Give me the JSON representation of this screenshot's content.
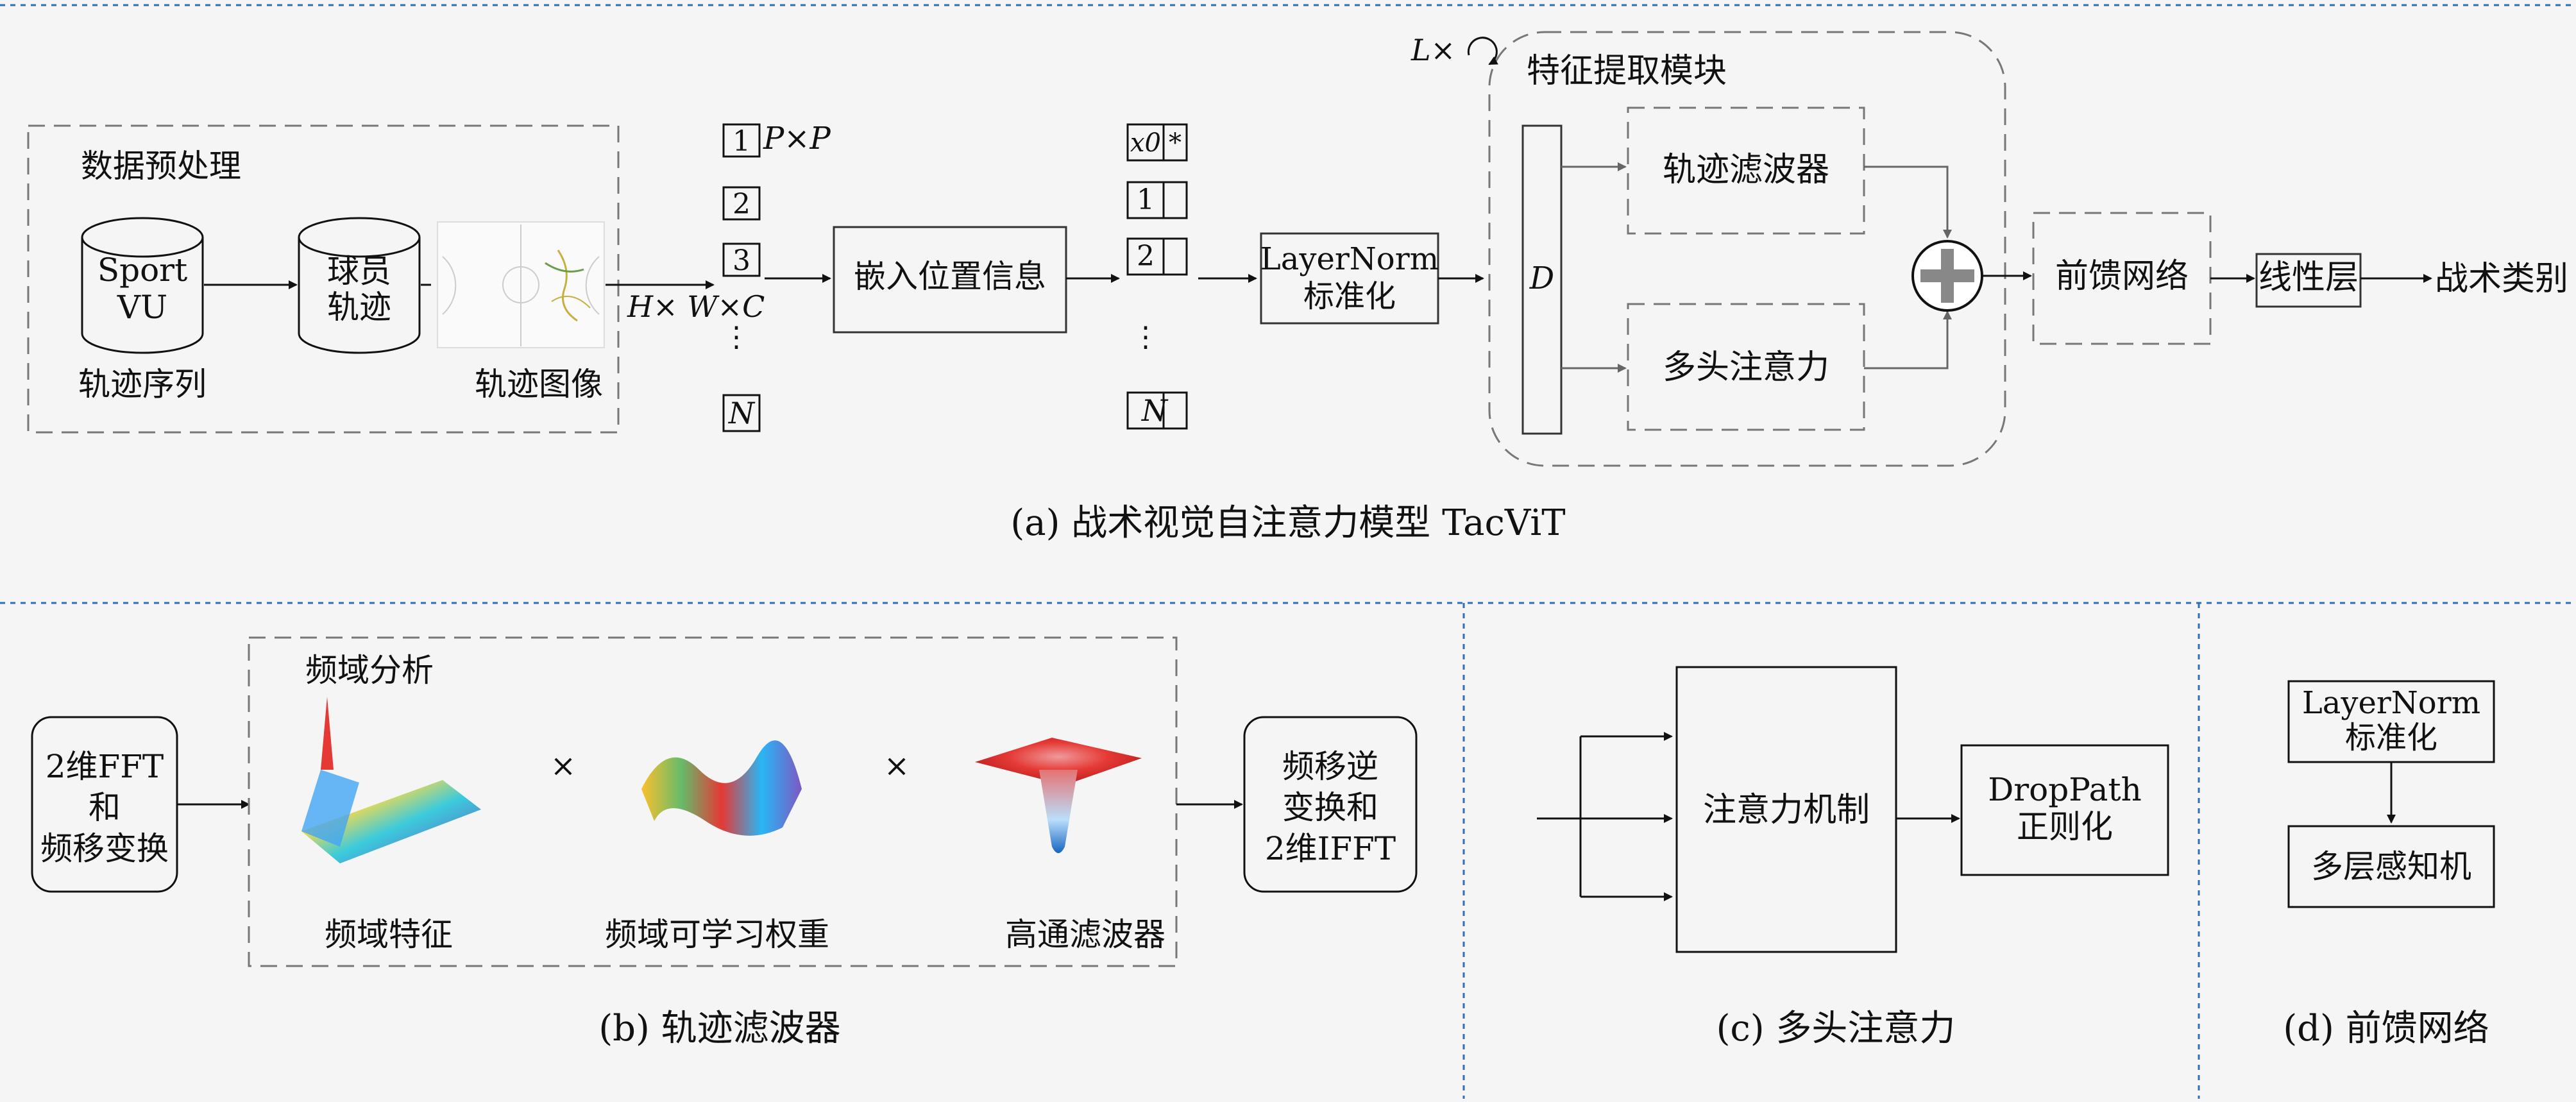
{
  "panel_a": {
    "preprocess_title": "数据预处理",
    "sportvu_line1": "Sport",
    "sportvu_line2": "VU",
    "player_line1": "球员",
    "player_line2": "轨迹",
    "traj_sequence": "轨迹序列",
    "traj_image": "轨迹图像",
    "patch_labels": [
      "1",
      "2",
      "3",
      "⋮",
      "N"
    ],
    "patch_size": "P×P",
    "input_dims": "H× W×C",
    "embed": "嵌入位置信息",
    "token_labels": [
      "x0",
      "1",
      "2",
      "⋮",
      "N"
    ],
    "class_token_mark": "*",
    "ln_line1": "LayerNorm",
    "ln_line2": "标准化",
    "repeat": "L×",
    "module_title": "特征提取模块",
    "dim": "D",
    "traj_filter": "轨迹滤波器",
    "mhsa": "多头注意力",
    "ffn": "前馈网络",
    "linear": "线性层",
    "output": "战术类别",
    "caption": "(a) 战术视觉自注意力模型 TacViT"
  },
  "panel_b": {
    "fft_line1": "2维FFT",
    "fft_line2": "和",
    "fft_line3": "频移变换",
    "freq_title": "频域分析",
    "freq_feat": "频域特征",
    "learn_weight": "频域可学习权重",
    "highpass": "高通滤波器",
    "times": "×",
    "ifft_line1": "频移逆",
    "ifft_line2": "变换和",
    "ifft_line3": "2维IFFT",
    "caption": "(b) 轨迹滤波器"
  },
  "panel_c": {
    "attn": "注意力机制",
    "dp_line1": "DropPath",
    "dp_line2": "正则化",
    "caption": "(c) 多头注意力"
  },
  "panel_d": {
    "ln_line1": "LayerNorm",
    "ln_line2": "标准化",
    "mlp": "多层感知机",
    "caption": "(d) 前馈网络"
  },
  "colors": {
    "divider": "#2f6fb3",
    "box": "#333333",
    "dash": "#777777",
    "plus_fill": "#888888"
  }
}
